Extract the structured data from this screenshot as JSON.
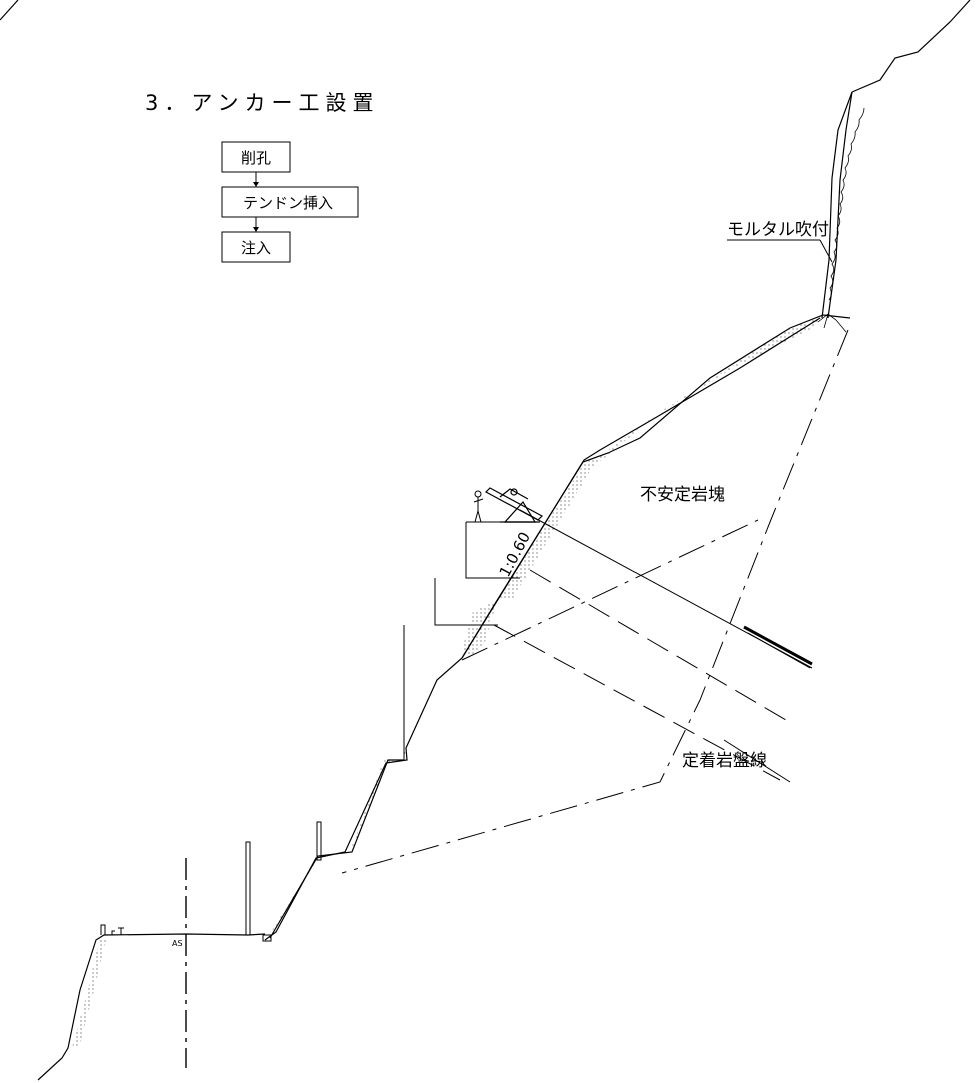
{
  "title": "3．アンカー工設置",
  "flow_steps": [
    "削孔",
    "テンドン挿入",
    "注入"
  ],
  "labels": {
    "mortar": "モルタル吹付",
    "unstable_block": "不安定岩塊",
    "anchor_line": "定着岩盤線",
    "slope_ratio": "1:0.60",
    "centerline": "AS"
  }
}
